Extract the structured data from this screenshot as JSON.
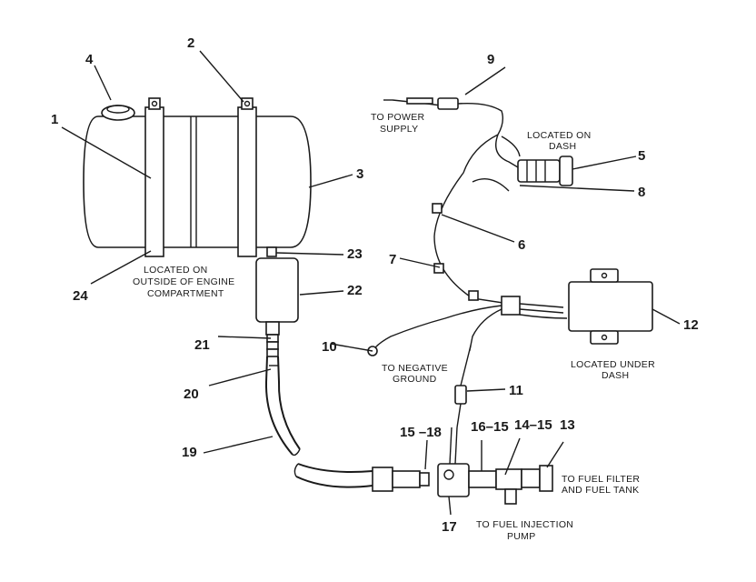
{
  "callouts": {
    "c1": "1",
    "c2": "2",
    "c3": "3",
    "c4": "4",
    "c5": "5",
    "c6": "6",
    "c7": "7",
    "c8": "8",
    "c9": "9",
    "c10": "10",
    "c11": "11",
    "c12": "12",
    "c13": "13",
    "c14_15": "14–15",
    "c15_18": "15 –18",
    "c16_15": "16–15",
    "c17": "17",
    "c19": "19",
    "c20": "20",
    "c21": "21",
    "c22": "22",
    "c23": "23",
    "c24": "24"
  },
  "notes": {
    "power_supply": [
      "TO POWER",
      "SUPPLY"
    ],
    "dash": [
      "LOCATED ON",
      "DASH"
    ],
    "engine_compartment": [
      "LOCATED ON",
      "OUTSIDE OF ENGINE",
      "COMPARTMENT"
    ],
    "negative_ground": [
      "TO NEGATIVE",
      "GROUND"
    ],
    "under_dash": [
      "LOCATED UNDER",
      "DASH"
    ],
    "fuel_filter": [
      "TO FUEL FILTER",
      "AND FUEL TANK"
    ],
    "injection_pump": [
      "TO FUEL INJECTION",
      "PUMP"
    ]
  }
}
